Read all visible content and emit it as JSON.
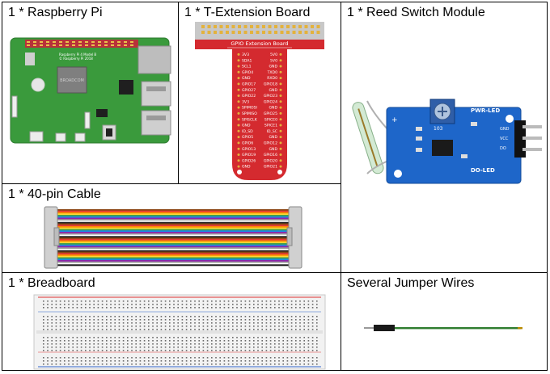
{
  "cells": {
    "raspberry_pi": {
      "label": "1 * Raspberry Pi",
      "board_model_text": "Raspberry Pi 4 Model B",
      "board_copyright_text": "© Raspberry Pi 2018"
    },
    "t_extension": {
      "label": "1 * T-Extension Board",
      "header_text": "GPIO Extension Board",
      "pins_left": [
        "3V3",
        "SDA1",
        "SCL1",
        "GPIO4",
        "GND",
        "GPIO17",
        "GPIO27",
        "GPIO22",
        "3V3",
        "SPIMOSI",
        "SPIMISO",
        "SPISCLK",
        "GND",
        "ID_SD",
        "GPIO5",
        "GPIO6",
        "GPIO13",
        "GPIO19",
        "GPIO26",
        "GND"
      ],
      "pins_right": [
        "5V0",
        "5V0",
        "GND",
        "TXD0",
        "RXD0",
        "GPIO18",
        "GND",
        "GPIO23",
        "GPIO24",
        "GND",
        "GPIO25",
        "SPICE0",
        "SPICE1",
        "ID_SC",
        "GND",
        "GPIO12",
        "GND",
        "GPIO16",
        "GPIO20",
        "GPIO21"
      ]
    },
    "reed_switch": {
      "label": "1 * Reed Switch Module",
      "pwr_led_text": "PWR-LED",
      "do_led_text": "DO-LED",
      "pin_labels": [
        "GND",
        "VCC",
        "DO"
      ]
    },
    "cable": {
      "label": "1 * 40-pin Cable"
    },
    "breadboard": {
      "label": "1 * Breadboard"
    },
    "jumper_wires": {
      "label": "Several Jumper Wires"
    }
  },
  "colors": {
    "pcb_green": "#3a9a3c",
    "ext_board_red": "#d42a2f",
    "module_blue": "#1e66c9",
    "wire_green": "#2f7d2f"
  }
}
